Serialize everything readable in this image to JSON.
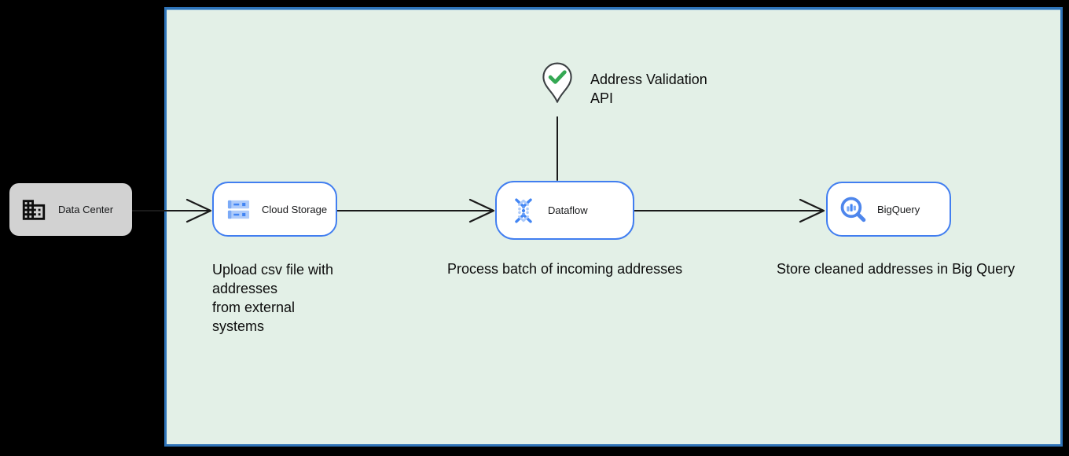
{
  "diagram": {
    "colors": {
      "outside_background": "#000000",
      "canvas_background": "#e3f0e7",
      "canvas_border": "#2e73b8",
      "node_border": "#417ef0",
      "node_fill": "#ffffff",
      "card_fill": "#d2d2d2",
      "arrow": "#1a1a1a",
      "check_green": "#34a853",
      "icon_blue": "#4285f4",
      "icon_light_blue": "#aecbfa"
    }
  },
  "nodes": {
    "data_center": {
      "label": "Data Center",
      "icon": "building-icon"
    },
    "cloud_storage": {
      "label": "Cloud Storage",
      "icon": "cloud-storage-icon"
    },
    "dataflow": {
      "label": "Dataflow",
      "icon": "dataflow-icon"
    },
    "bigquery": {
      "label": "BigQuery",
      "icon": "bigquery-magnifier-icon"
    }
  },
  "annotations": {
    "address_validation": "Address Validation\nAPI",
    "upload_note": "Upload csv file with\naddresses\nfrom external\nsystems",
    "process_note": "Process batch of incoming addresses",
    "store_note": "Store cleaned addresses in Big Query"
  }
}
